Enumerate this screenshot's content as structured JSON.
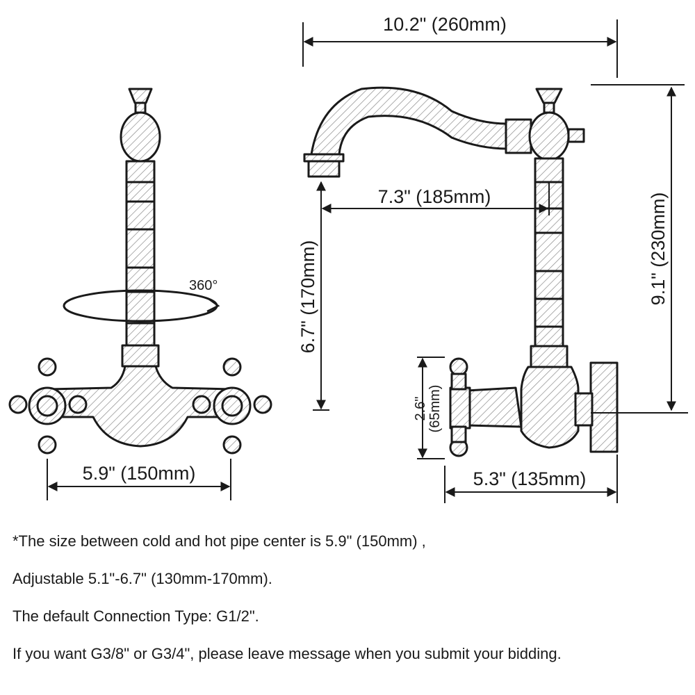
{
  "dimensions": {
    "top_width": "10.2\" (260mm)",
    "spout_reach": "7.3\" (185mm)",
    "spout_height": "6.7\" (170mm)",
    "total_height": "9.1\" (230mm)",
    "handle_height_in": "2.6\"",
    "handle_height_mm": "(65mm)",
    "center_distance": "5.9\" (150mm)",
    "depth": "5.3\" (135mm)",
    "rotation": "360°"
  },
  "notes": [
    "*The size between cold and hot pipe center is 5.9\" (150mm) ,",
    "Adjustable 5.1\"-6.7\" (130mm-170mm).",
    "The default Connection Type: G1/2\".",
    "If you want G3/8\" or G3/4\", please leave message when you submit your bidding."
  ],
  "colors": {
    "line": "#1a1a1a",
    "background": "#ffffff",
    "hatch": "#8a8a8a"
  }
}
